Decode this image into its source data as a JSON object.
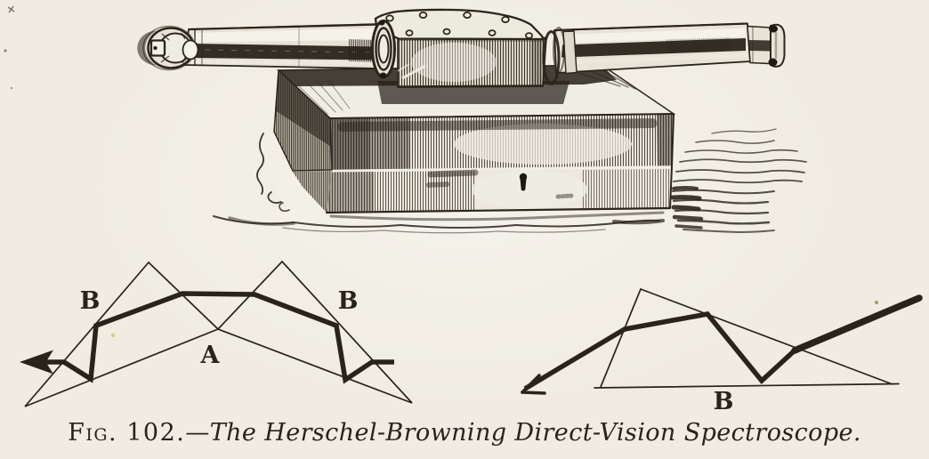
{
  "page": {
    "kind": "antique book figure",
    "paper_color": "#f0ece2",
    "ink_color": "#29231b"
  },
  "figure": {
    "caption_label": "Fig. 102.",
    "caption_separator": "—",
    "caption_title": "The Herschel-Browning Direct-Vision Spectroscope.",
    "illustration": "engraving of a direct-vision spectroscope tube mounted on a wooden case"
  },
  "diagrams": {
    "left": {
      "description": "ray path through compound prism train",
      "label_b_left": "B",
      "label_a": "A",
      "label_b_right": "B"
    },
    "right": {
      "description": "ray path through single prism",
      "label_b": "B"
    }
  }
}
